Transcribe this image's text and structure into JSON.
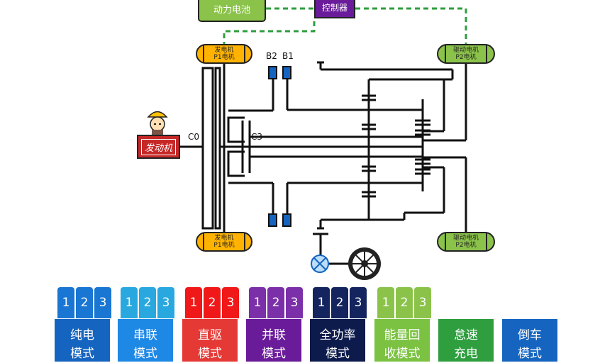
{
  "battery": {
    "label": "动力电池",
    "color": "#8bc34a"
  },
  "controller": {
    "label": "控制器",
    "color": "#6a1b9a"
  },
  "gen_motor_top": {
    "line1": "发电机",
    "line2": "P1电机"
  },
  "gen_motor_bottom": {
    "line1": "发电机",
    "line2": "P1电机"
  },
  "drive_motor_top": {
    "line1": "驱动电机",
    "line2": "P2电机"
  },
  "drive_motor_bottom": {
    "line1": "驱动电机",
    "line2": "P2电机"
  },
  "engine": {
    "label": "发动机",
    "color": "#c62828"
  },
  "labels": {
    "c0": "C0",
    "c3": "C3",
    "b1": "B1",
    "b2": "B2"
  },
  "modes": [
    {
      "name_line1": "纯电",
      "name_line2": "模式",
      "tabs": [
        "1",
        "2",
        "3"
      ],
      "color": "#1565c0",
      "tab_color": "#1976d2"
    },
    {
      "name_line1": "串联",
      "name_line2": "模式",
      "tabs": [
        "1",
        "2",
        "3"
      ],
      "color": "#1e88e5",
      "tab_color": "#29a8e0"
    },
    {
      "name_line1": "直驱",
      "name_line2": "模式",
      "tabs": [
        "1",
        "2",
        "3"
      ],
      "color": "#e53935",
      "tab_color": "#f01818"
    },
    {
      "name_line1": "并联",
      "name_line2": "模式",
      "tabs": [
        "1",
        "2",
        "3"
      ],
      "color": "#6a1b9a",
      "tab_color": "#7b2fa8"
    },
    {
      "name_line1": "全功率",
      "name_line2": "模式",
      "tabs": [
        "1",
        "2",
        "3"
      ],
      "color": "#0d1b4c",
      "tab_color": "#13245e"
    },
    {
      "name_line1": "能量回",
      "name_line2": "收模式",
      "tabs": [
        "1",
        "2",
        "3"
      ],
      "color": "#7cc242",
      "tab_color": "#8bc34a"
    },
    {
      "name_line1": "怠速",
      "name_line2": "充电",
      "tabs": [],
      "color": "#2e9e3e",
      "tab_color": "#2e9e3e"
    },
    {
      "name_line1": "倒车",
      "name_line2": "模式",
      "tabs": [],
      "color": "#1565c0",
      "tab_color": "#1565c0"
    }
  ]
}
